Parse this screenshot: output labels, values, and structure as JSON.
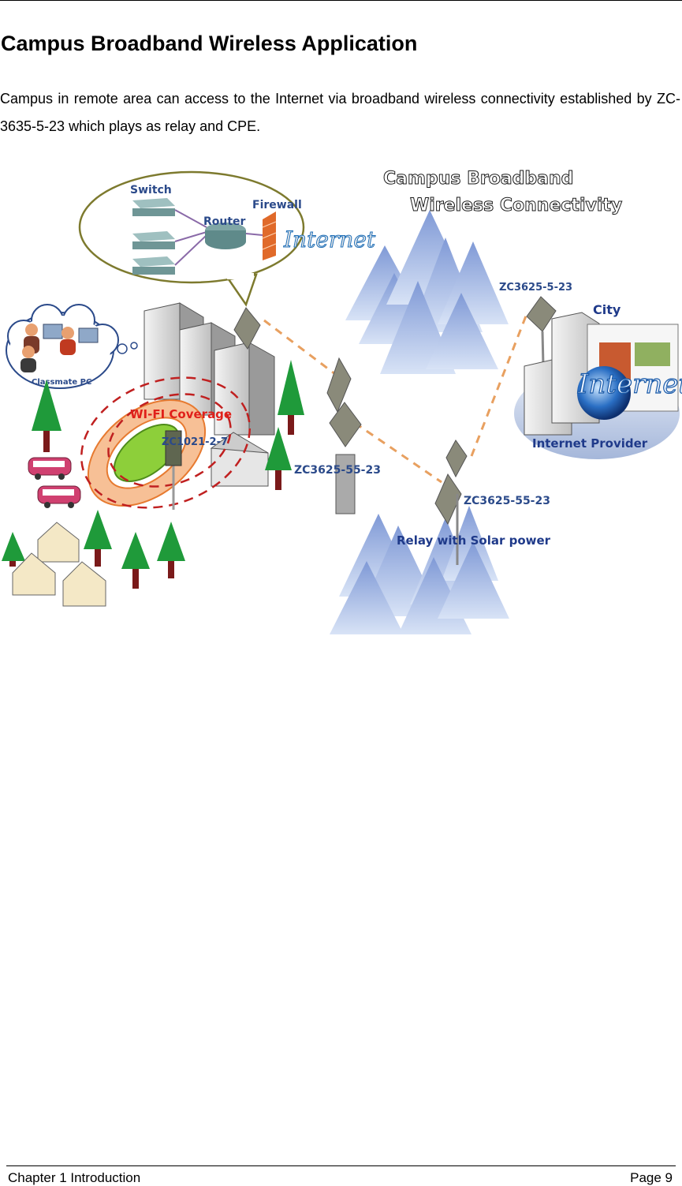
{
  "page": {
    "heading": "Campus Broadband Wireless Application",
    "paragraph": "Campus in remote area can access to the Internet via broadband wireless connectivity established by ZC-3635-5-23 which plays as relay and CPE."
  },
  "diagram": {
    "title_line1": "Campus Broadband",
    "title_line2": "Wireless Connectivity",
    "switch_label": "Switch",
    "router_label": "Router",
    "firewall_label": "Firewall",
    "internet_bubble_label": "Internet",
    "classmate_label": "Classmate PC",
    "wifi_label": "WI-FI Coverage",
    "ap_label": "ZC1021-2-7",
    "cpe_label": "ZC3625-55-23",
    "relay_label": "ZC3625-55-23",
    "relay_caption": "Relay with Solar power",
    "city_radio_label": "ZC3625-5-23",
    "city_label": "City",
    "internet_city_label": "Internet",
    "provider_label": "Internet Provider",
    "colors": {
      "label_blue": "#2b4a8a",
      "wifi_red": "#e0201a",
      "link_orange": "#e8a060",
      "mountain": "#9fb6e3"
    }
  },
  "footer": {
    "left": "Chapter 1 Introduction",
    "right": "Page 9"
  }
}
